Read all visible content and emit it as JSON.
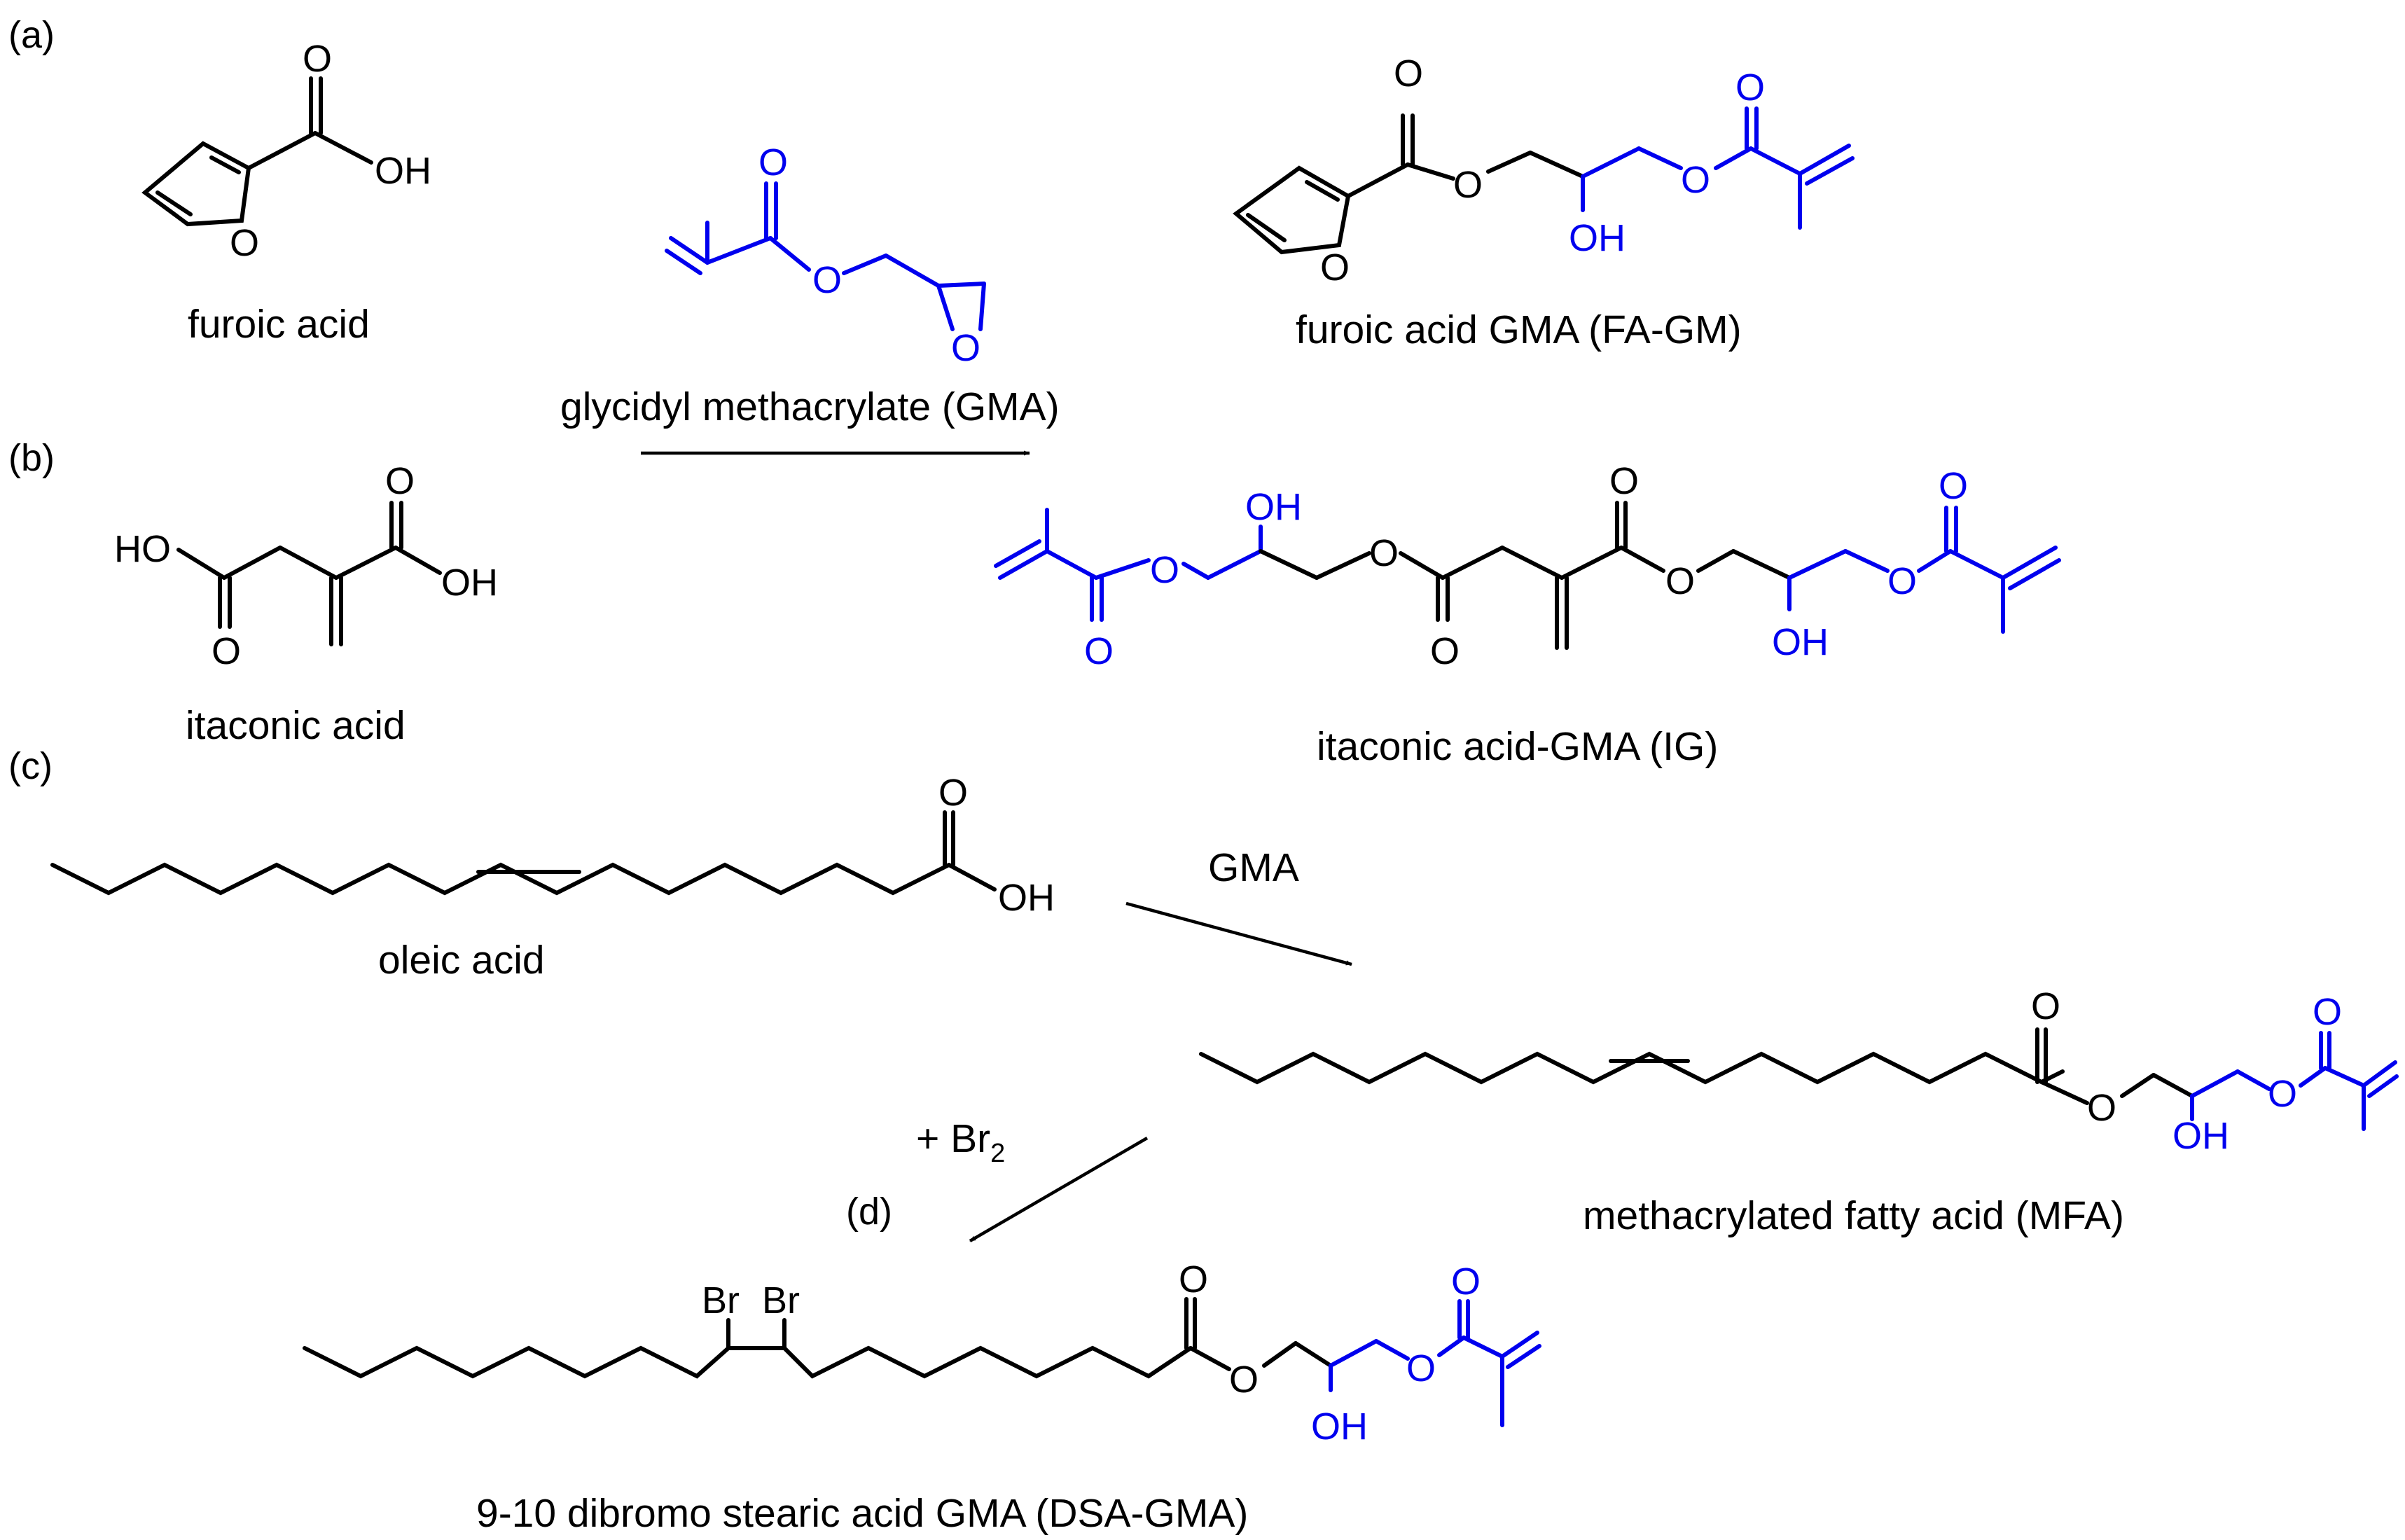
{
  "colors": {
    "black": "#000000",
    "blue": "#0000ee"
  },
  "panels": {
    "a": "(a)",
    "b": "(b)",
    "c": "(c)",
    "d": "(d)"
  },
  "compounds": {
    "furoic_acid": "furoic acid",
    "gma": "glycidyl methacrylate (GMA)",
    "fa_gm": "furoic acid GMA (FA-GM)",
    "itaconic_acid": "itaconic acid",
    "ig": "itaconic acid-GMA (IG)",
    "oleic_acid": "oleic acid",
    "mfa": "methacrylated fatty acid (MFA)",
    "dsa_gma": "9-10 dibromo stearic acid GMA (DSA-GMA)"
  },
  "reagents": {
    "gma_short": "GMA",
    "bromine_prefix": "+ Br",
    "bromine_subscript": "2"
  },
  "atoms": {
    "O": "O",
    "OH": "OH",
    "HO": "HO",
    "Br": "Br"
  }
}
